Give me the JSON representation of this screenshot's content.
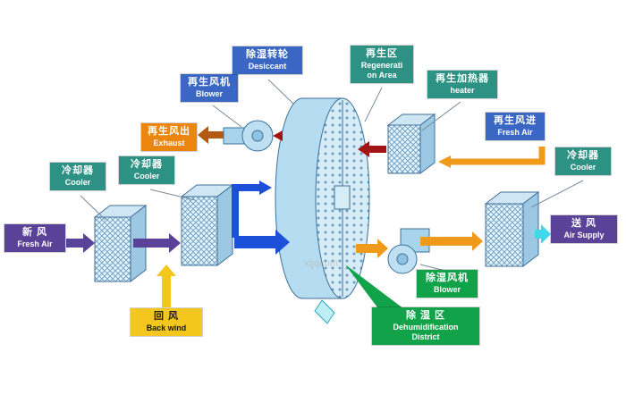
{
  "watermark": "xtjqcom",
  "colors": {
    "label_purple": "#5a4298",
    "label_teal": "#2d9184",
    "label_blue": "#3a67c4",
    "label_orange": "#ea860d",
    "label_yellow": "#f3c71d",
    "label_green": "#12a24a",
    "arrow_blue": "#1d50d8",
    "arrow_purple": "#5a4298",
    "arrow_yellow": "#f3c71d",
    "arrow_orange": "#f09a1c",
    "arrow_dark_red": "#a31414",
    "arrow_brown": "#b35a12",
    "arrow_cyan": "#3fd9ea"
  },
  "labels": {
    "fresh_air_in": {
      "zh": "新 风",
      "en": "Fresh Air"
    },
    "cooler1": {
      "zh": "冷却器",
      "en": "Cooler"
    },
    "cooler2": {
      "zh": "冷却器",
      "en": "Cooler"
    },
    "back_wind": {
      "zh": "回 风",
      "en": "Back wind"
    },
    "regen_blower": {
      "zh": "再生风机",
      "en": "Blower"
    },
    "exhaust": {
      "zh": "再生风出",
      "en": "Exhaust"
    },
    "desiccant": {
      "zh": "除湿转轮",
      "en": "Desiccant"
    },
    "regen_area": {
      "zh": "再生区",
      "en1": "Regenerati",
      "en2": "on Area"
    },
    "heater": {
      "zh": "再生加热器",
      "en": "heater"
    },
    "regen_fresh_air": {
      "zh": "再生风进",
      "en": "Fresh Air"
    },
    "cooler3": {
      "zh": "冷却器",
      "en": "Cooler"
    },
    "air_supply": {
      "zh": "送 风",
      "en": "Air Supply"
    },
    "dehum_blower": {
      "zh": "除湿风机",
      "en": "Blower"
    },
    "dehum_district": {
      "zh": "除 湿 区",
      "en1": "Dehumidification",
      "en2": "District"
    }
  }
}
